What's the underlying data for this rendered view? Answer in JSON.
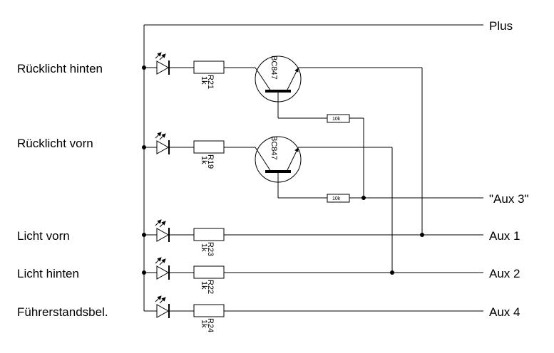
{
  "labels": {
    "left": [
      "Rücklicht hinten",
      "Rücklicht vorn",
      "Licht vorn",
      "Licht hinten",
      "Führerstandsbel."
    ],
    "right": [
      "Plus",
      "\"Aux 3\"",
      "Aux 1",
      "Aux 2",
      "Aux 4"
    ]
  },
  "resistors": [
    {
      "ref": "R21",
      "value": "1k"
    },
    {
      "ref": "R19",
      "value": "1k"
    },
    {
      "ref": "R23",
      "value": "1k"
    },
    {
      "ref": "R22",
      "value": "1k"
    },
    {
      "ref": "R24",
      "value": "1k"
    }
  ],
  "base_resistors": [
    "10k",
    "10k"
  ],
  "transistors": [
    "BC847",
    "BC847"
  ]
}
